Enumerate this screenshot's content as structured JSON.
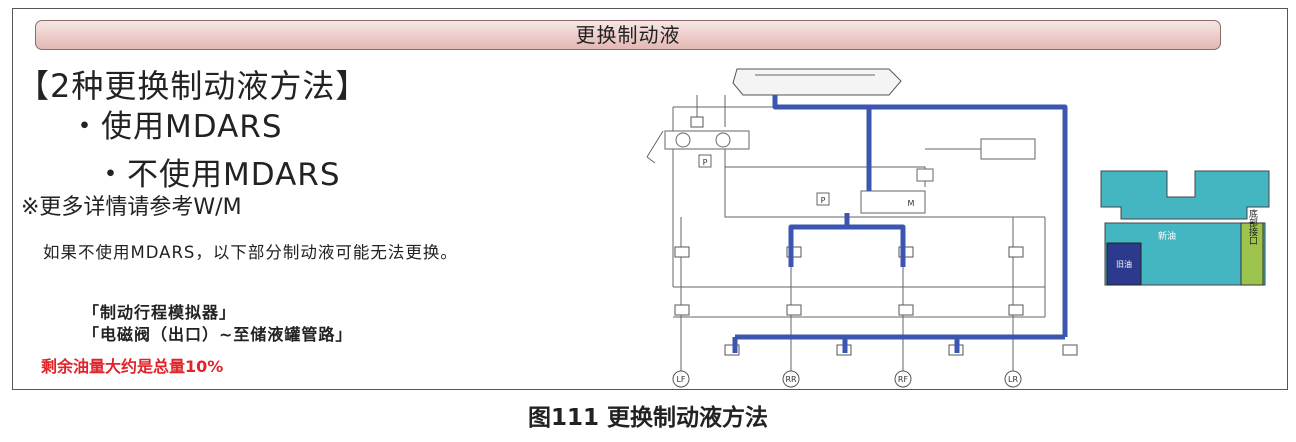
{
  "banner": "更换制动液",
  "heading": "【2种更换制动液方法】",
  "method_1": "・使用MDARS",
  "method_2": "・不使用MDARS",
  "reference": "※更多详情请参考W/M",
  "paragraph": "如果不使用MDARS，以下部分制动液可能无法更换。",
  "parts": [
    "「制动行程模拟器」",
    "「电磁阀（出口）~至储液罐管路」"
  ],
  "warning": "剩余油量大约是总量10%",
  "diagram_labels": {
    "pressure": "P",
    "motor": "M",
    "wheels": [
      "LF",
      "RR",
      "RF",
      "LR"
    ]
  },
  "tank_labels": {
    "new_oil": "新油",
    "old_oil": "旧油",
    "drain_port": "底部接口"
  },
  "caption": "图111 更换制动液方法",
  "colors": {
    "pipe_blue": "#3b55b0",
    "warning_red": "#e0242a",
    "tank_cyan": "#44b6c2",
    "tank_navy": "#2b3a8c",
    "port_green": "#9cc34b"
  }
}
